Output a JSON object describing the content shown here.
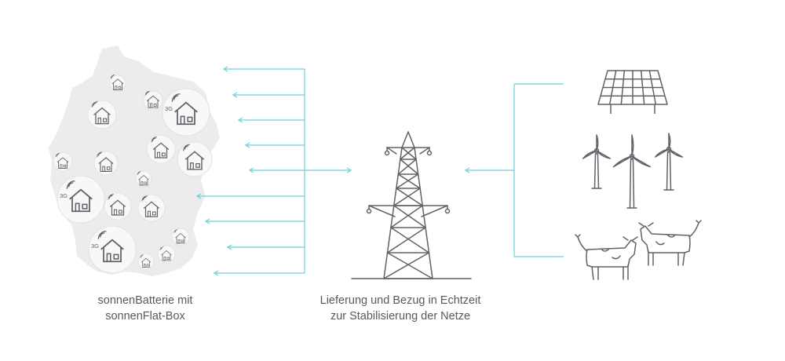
{
  "colors": {
    "arrow": "#6fd0d8",
    "icon_stroke": "#5f6368",
    "map_fill": "#ececec",
    "house_bubble": "#f8f8f8",
    "caption_text": "#555a60"
  },
  "captions": {
    "left": {
      "line1": "sonnenBatterie mit",
      "line2": "sonnenFlat-Box"
    },
    "center": {
      "line1": "Lieferung und Bezug in Echtzeit",
      "line2": "zur Stabilisierung der Netze"
    }
  },
  "house_badge": "3G",
  "icons": {
    "map": "germany-map-icon",
    "house": "house-with-battery-icon",
    "pylon": "power-pylon-icon",
    "solar": "solar-panel-icon",
    "wind": "wind-turbine-icon",
    "cow": "cow-icon"
  }
}
